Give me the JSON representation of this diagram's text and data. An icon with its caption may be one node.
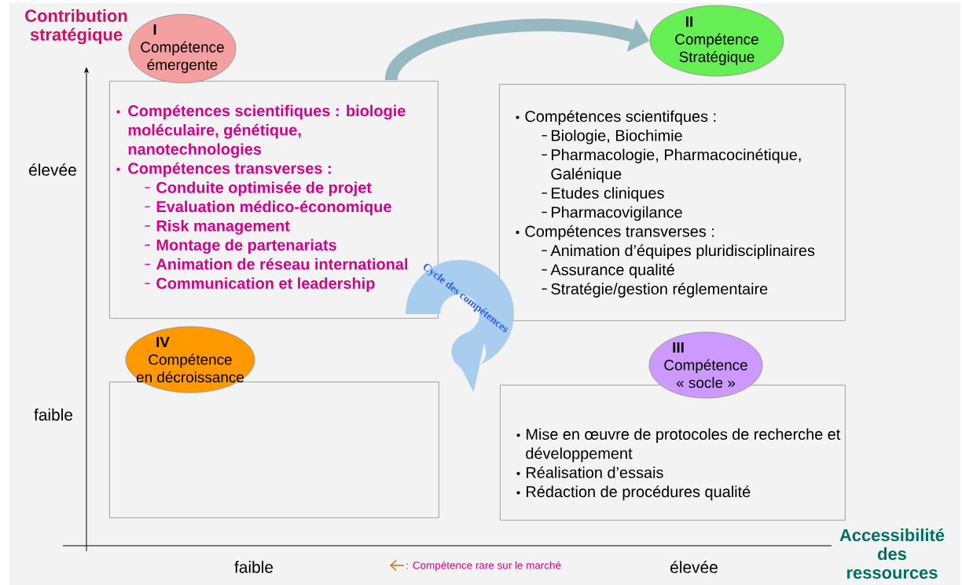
{
  "diagram": {
    "nodes": [
      {
        "text": [
          "I",
          "Compétence émergente"
        ]
      },
      {
        "text": [
          "Compétences scientifiques : biologie moléculaire,  génétique, nanotechnologies",
          "Compétences transverses :",
          "Conduite optimisée de projet",
          "Evaluation médico-économique",
          "Risk management",
          "Montage de partenariats",
          "Animation de réseau international",
          "Communication et leadership"
        ]
      },
      {
        "text": [
          "II",
          "Compétence Stratégique"
        ]
      },
      {
        "text": [
          "Compétences scientifques :",
          "Biologie, Biochimie",
          "Pharmacologie, Pharmacocinétique, Galénique",
          "Etudes cliniques",
          "Pharmacovigilance",
          "Compétences transverses :",
          "Animation d’équipes pluridisciplinaires",
          "Assurance qualité",
          "Stratégie/gestion réglementaire"
        ]
      },
      {
        "text": [
          "III",
          "Compétence « socle »"
        ]
      },
      {
        "text": [
          "Mise en œuvre de protocoles de recherche et développement",
          "Réalisation d’essais",
          "Rédaction de procédures qualité"
        ]
      },
      {
        "text": [
          "IV",
          "Compétence en décroissance"
        ]
      },
      {
        "text": [],
        "shape": "box"
      }
    ],
    "edges": [
      {
        "from": 1,
        "to": 2,
        "arrow": "to"
      }
    ],
    "labels": [
      "Contribution stratégique",
      "élevée",
      "faible",
      "Cycle des compétences",
      "faible",
      "élevée",
      "Accessibilité des ressources"
    ],
    "legend": [
      {
        "text": ": Compétence rare sur le marché"
      }
    ]
  }
}
